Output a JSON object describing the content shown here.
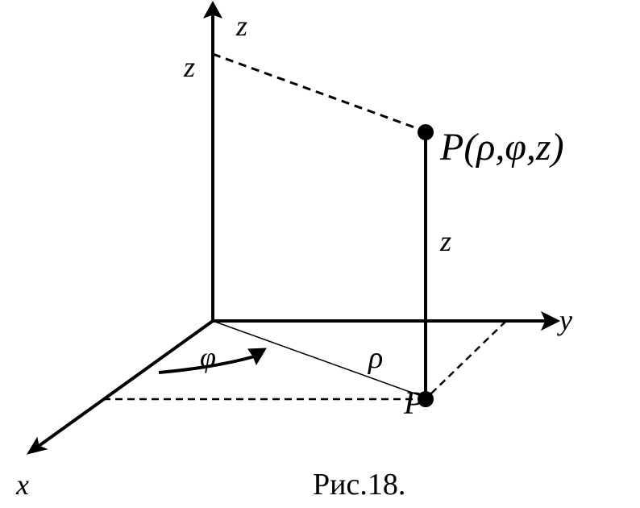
{
  "labels": {
    "z_axis": "z",
    "z_tick": "z",
    "z_height": "z",
    "point_p": "P(ρ,φ,z)",
    "y_axis": "y",
    "x_axis": "x",
    "phi": "φ",
    "rho": "ρ",
    "point_p_prime": "P'"
  },
  "caption": "Рис.18."
}
